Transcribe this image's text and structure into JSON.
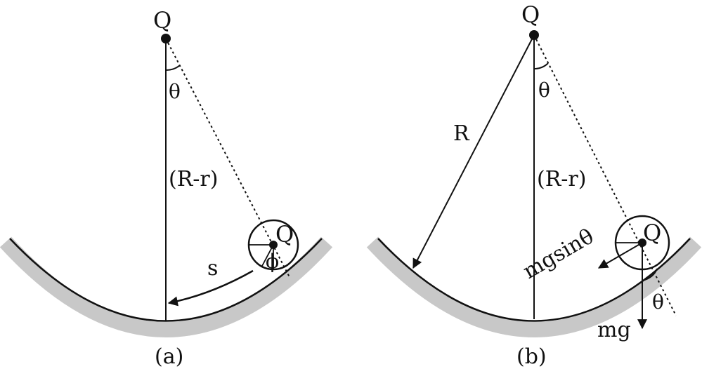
{
  "panel_a": {
    "pivot_label": "Q",
    "angle_label": "θ",
    "length_label": "(R-r)",
    "ball_label": "Q",
    "arc_label": "s",
    "phi_label": "ϕ",
    "caption": "(a)"
  },
  "panel_b": {
    "pivot_label": "Q",
    "angle_label": "θ",
    "radius_label": "R",
    "length_label": "(R-r)",
    "ball_label": "Q",
    "force_tangent_label": "mgsinθ",
    "weight_label": "mg",
    "theta2_label": "θ",
    "caption": "(b)"
  },
  "colors": {
    "line": "#111111",
    "surface": "#c8c8c8"
  }
}
